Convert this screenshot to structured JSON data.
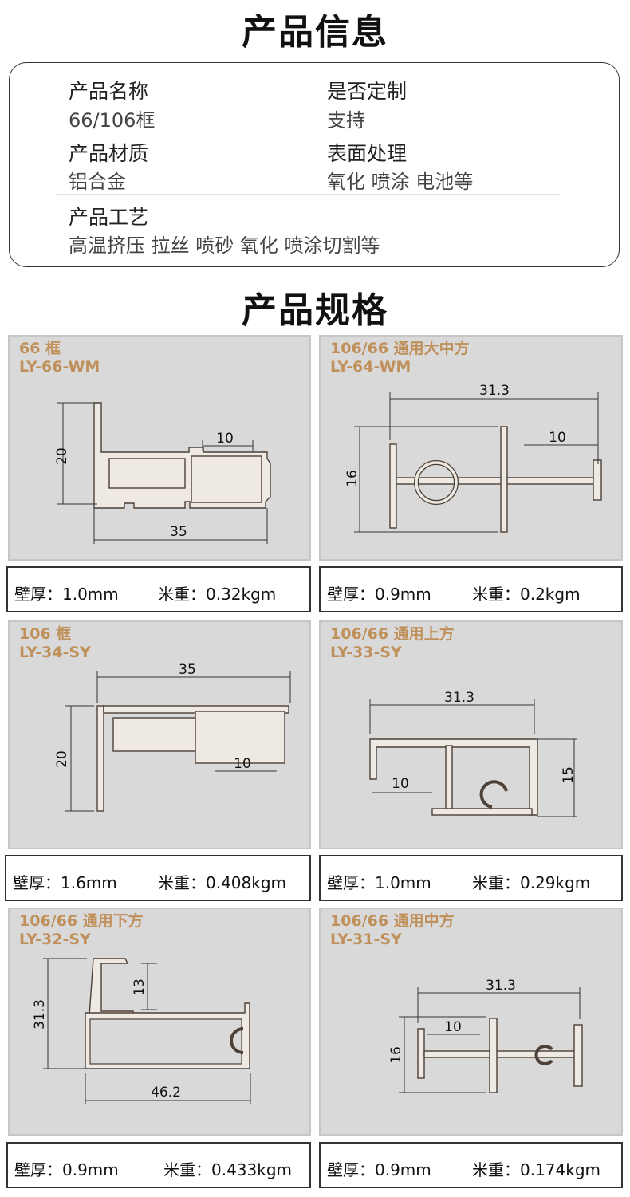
{
  "headings": {
    "info": "产品信息",
    "spec": "产品规格"
  },
  "info": [
    {
      "label": "产品名称",
      "value": "66/106框"
    },
    {
      "label": "是否定制",
      "value": "支持"
    },
    {
      "label": "产品材质",
      "value": "铝合金"
    },
    {
      "label": "表面处理",
      "value": "氧化 喷涂 电池等"
    },
    {
      "label": "产品工艺",
      "value": "高温挤压 拉丝 喷砂 氧化 喷涂切割等"
    }
  ],
  "products": [
    {
      "name": "66 框",
      "code": "LY-66-WM",
      "dims": [
        "20",
        "10",
        "35"
      ],
      "thickness": "壁厚：1.0mm",
      "weight": "米重：0.32kgm"
    },
    {
      "name": "106/66 通用大中方",
      "code": "LY-64-WM",
      "dims": [
        "31.3",
        "16",
        "10"
      ],
      "thickness": "壁厚：0.9mm",
      "weight": "米重：0.2kgm"
    },
    {
      "name": "106 框",
      "code": "LY-34-SY",
      "dims": [
        "35",
        "20",
        "10"
      ],
      "thickness": "壁厚：1.6mm",
      "weight": "米重：0.408kgm"
    },
    {
      "name": "106/66 通用上方",
      "code": "LY-33-SY",
      "dims": [
        "31.3",
        "15",
        "10"
      ],
      "thickness": "壁厚：1.0mm",
      "weight": "米重：0.29kgm"
    },
    {
      "name": "106/66 通用下方",
      "code": "LY-32-SY",
      "dims": [
        "31.3",
        "13",
        "46.2"
      ],
      "thickness": "壁厚：0.9mm",
      "weight": "米重：0.433kgm"
    },
    {
      "name": "106/66 通用中方",
      "code": "LY-31-SY",
      "dims": [
        "31.3",
        "16",
        "10"
      ],
      "thickness": "壁厚：0.9mm",
      "weight": "米重：0.174kgm"
    }
  ],
  "colors": {
    "title": "#c0905a",
    "panel": "#d9d9d9"
  }
}
